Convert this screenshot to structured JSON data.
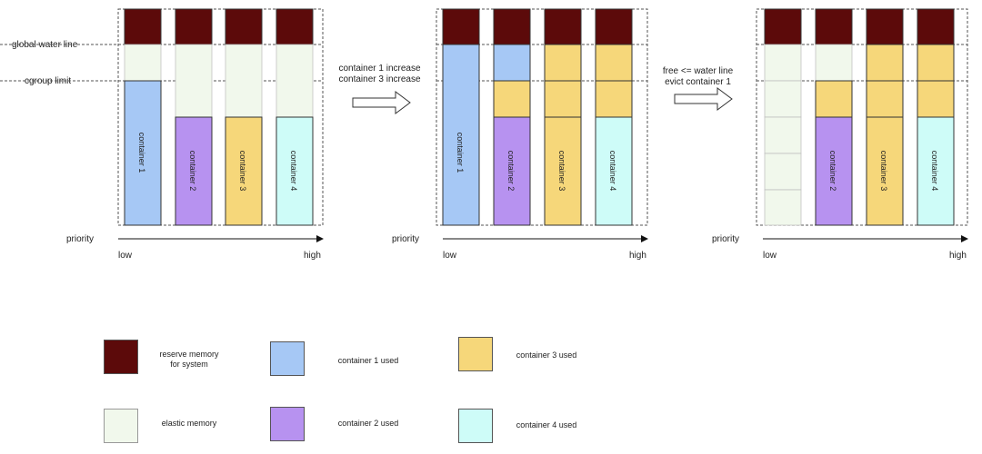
{
  "colors": {
    "reserve": "#5c0a0a",
    "elastic": "#f1f8ec",
    "container1": "#a6c8f5",
    "container2": "#b792f0",
    "container3": "#f6d77a",
    "container4": "#cefcf8",
    "line": "#333333"
  },
  "side_labels": {
    "global_water_line": "global  water line",
    "cgroup_limit": "cgroup limit"
  },
  "axis": {
    "label": "priority",
    "low": "low",
    "high": "high"
  },
  "transitions": [
    {
      "line1": "container 1 increase",
      "line2": "container 3 increase"
    },
    {
      "line1": "free <= water line",
      "line2": "evict container 1"
    }
  ],
  "containers": [
    "container  1",
    "container 2",
    "container 3",
    "container 4"
  ],
  "legend": [
    {
      "key": "reserve",
      "label": "reserve memory\nfor system"
    },
    {
      "key": "container1",
      "label": "container 1 used"
    },
    {
      "key": "container3",
      "label": "container 3 used"
    },
    {
      "key": "elastic",
      "label": "elastic memory"
    },
    {
      "key": "container2",
      "label": "container 2 used"
    },
    {
      "key": "container4",
      "label": "container 4 used"
    }
  ]
}
